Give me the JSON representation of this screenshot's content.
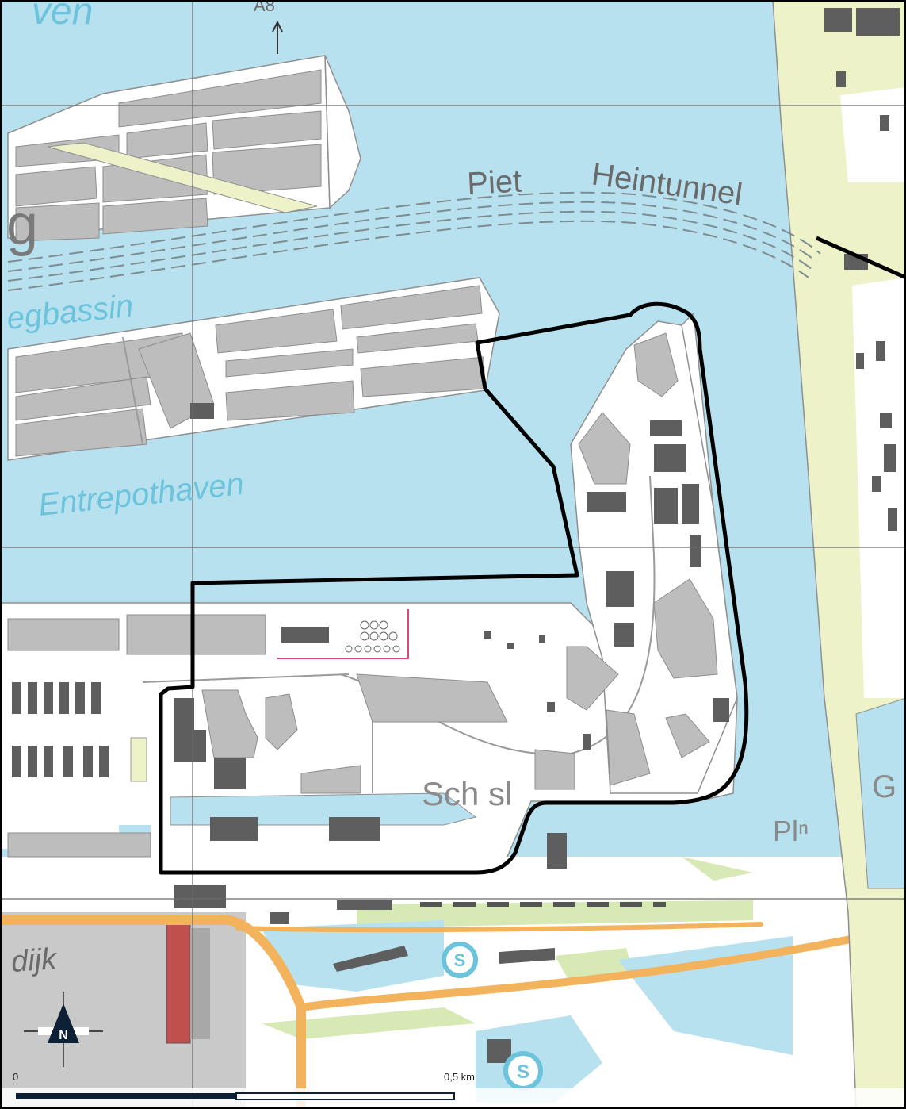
{
  "map": {
    "labels": {
      "top_partial": "ven",
      "top_road": "A8",
      "letter_g": "g",
      "basin": "egbassin",
      "harbour": "Entrepothaven",
      "tunnel_word1": "Piet",
      "tunnel_word2": "Heintunnel",
      "sch": "Sch sl",
      "plein": "Plⁿ",
      "right_g": "G",
      "dijk": "dijk",
      "station1": "S",
      "station2": "S"
    },
    "north_arrow": {
      "letter": "N"
    },
    "scale": {
      "start": "0",
      "end": "0,5 km"
    },
    "colors": {
      "water": "#b7e1ef",
      "water_label": "#6cc3dc",
      "land": "#ffffff",
      "green": "#d7e9b4",
      "building_light": "#bdbdbd",
      "building_dark": "#5e5e5e",
      "motorway": "#f2b35c",
      "boundary": "#000000",
      "grid": "#6b6b6b",
      "pink_fence": "#e0457a"
    }
  }
}
